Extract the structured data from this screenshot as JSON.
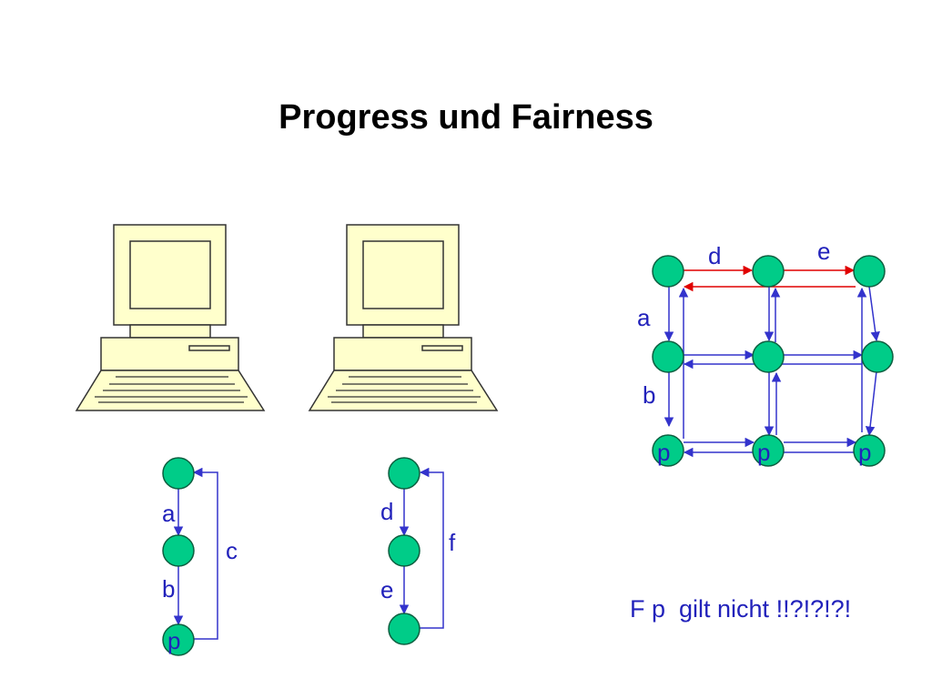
{
  "title": "Progress und Fairness",
  "computers": [
    {
      "icon": "computer-icon"
    },
    {
      "icon": "computer-icon"
    }
  ],
  "process1": {
    "edge_labels": [
      "a",
      "b",
      "c"
    ],
    "final_state": "p"
  },
  "process2": {
    "edge_labels": [
      "d",
      "e",
      "f"
    ]
  },
  "product_graph": {
    "top_labels": [
      "d",
      "e"
    ],
    "left_labels": [
      "a",
      "b"
    ],
    "bottom_states": [
      "p",
      "p",
      "p"
    ]
  },
  "caption": "F p  gilt nicht !!?!?!?!",
  "colors": {
    "node": "#00cc88",
    "edge": "#3333cc",
    "highlight_edge": "#e00000",
    "computer_fill": "#ffffcc"
  }
}
